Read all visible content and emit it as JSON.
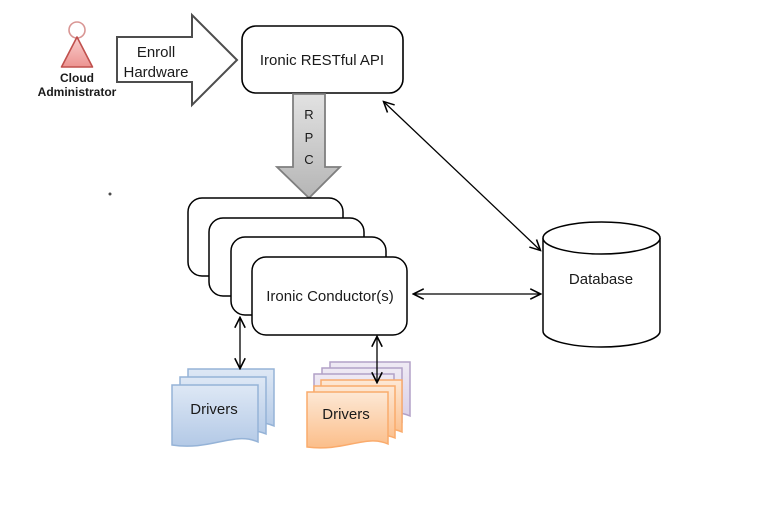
{
  "actor": {
    "line1": "Cloud",
    "line2": "Administrator"
  },
  "enroll": {
    "line1": "Enroll",
    "line2": "Hardware"
  },
  "api": {
    "label": "Ironic RESTful API"
  },
  "rpc": {
    "letters": [
      "R",
      "P",
      "C"
    ]
  },
  "conductors": {
    "label": "Ironic Conductor(s)"
  },
  "database": {
    "label": "Database"
  },
  "drivers_left": {
    "label": "Drivers"
  },
  "drivers_right": {
    "label": "Drivers"
  },
  "colors": {
    "actor_fill": "#F2A5A3",
    "actor_stroke": "#C0504D",
    "actor_head_stroke": "#D99694",
    "enroll_arrow_stroke": "#4D4D4D",
    "rpc_fill": "#C9C9C9",
    "rpc_stroke": "#7F7F7F",
    "node_fill": "#FFFFFF",
    "node_stroke": "#000000",
    "blue_doc_fill": "#C6D9F1",
    "blue_doc_stroke": "#95B3D7",
    "purple_doc_fill": "#E5DFEC",
    "purple_doc_stroke": "#B2A1C7",
    "orange_doc_fill": "#FBCA9D",
    "orange_doc_stroke": "#FAAB6C",
    "connector": "#000000"
  }
}
